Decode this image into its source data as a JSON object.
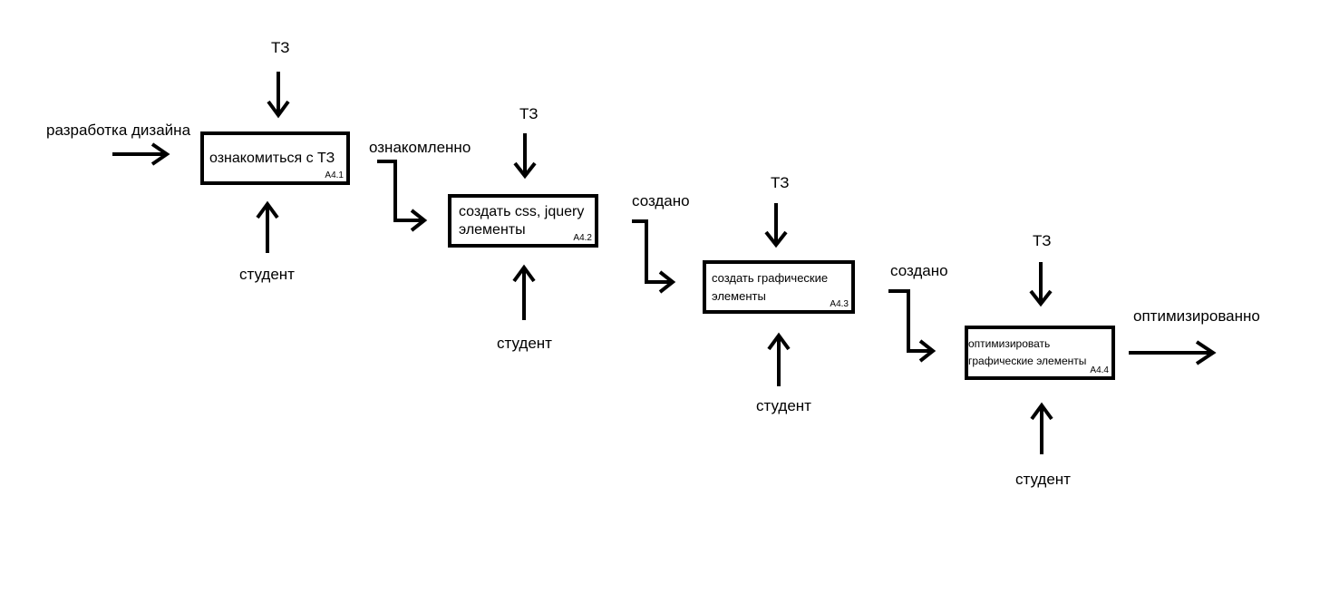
{
  "diagram": {
    "input_label": "разработка дизайна",
    "output_label": "оптимизированно",
    "activities": [
      {
        "label": "ознакомиться с ТЗ",
        "id": "A4.1",
        "control": "ТЗ",
        "mechanism": "студент",
        "output": "ознакомленно"
      },
      {
        "label": "создать css, jquery\nэлементы",
        "id": "A4.2",
        "control": "ТЗ",
        "mechanism": "студент",
        "output": "создано"
      },
      {
        "label": "создать графические\nэлементы",
        "id": "A4.3",
        "control": "ТЗ",
        "mechanism": "студент",
        "output": "создано"
      },
      {
        "label": "оптимизировать\nграфические элементы",
        "id": "A4.4",
        "control": "ТЗ",
        "mechanism": "студент",
        "output": "оптимизированно"
      }
    ],
    "colors": {
      "line": "#000000",
      "background": "#ffffff",
      "text": "#000000"
    }
  }
}
